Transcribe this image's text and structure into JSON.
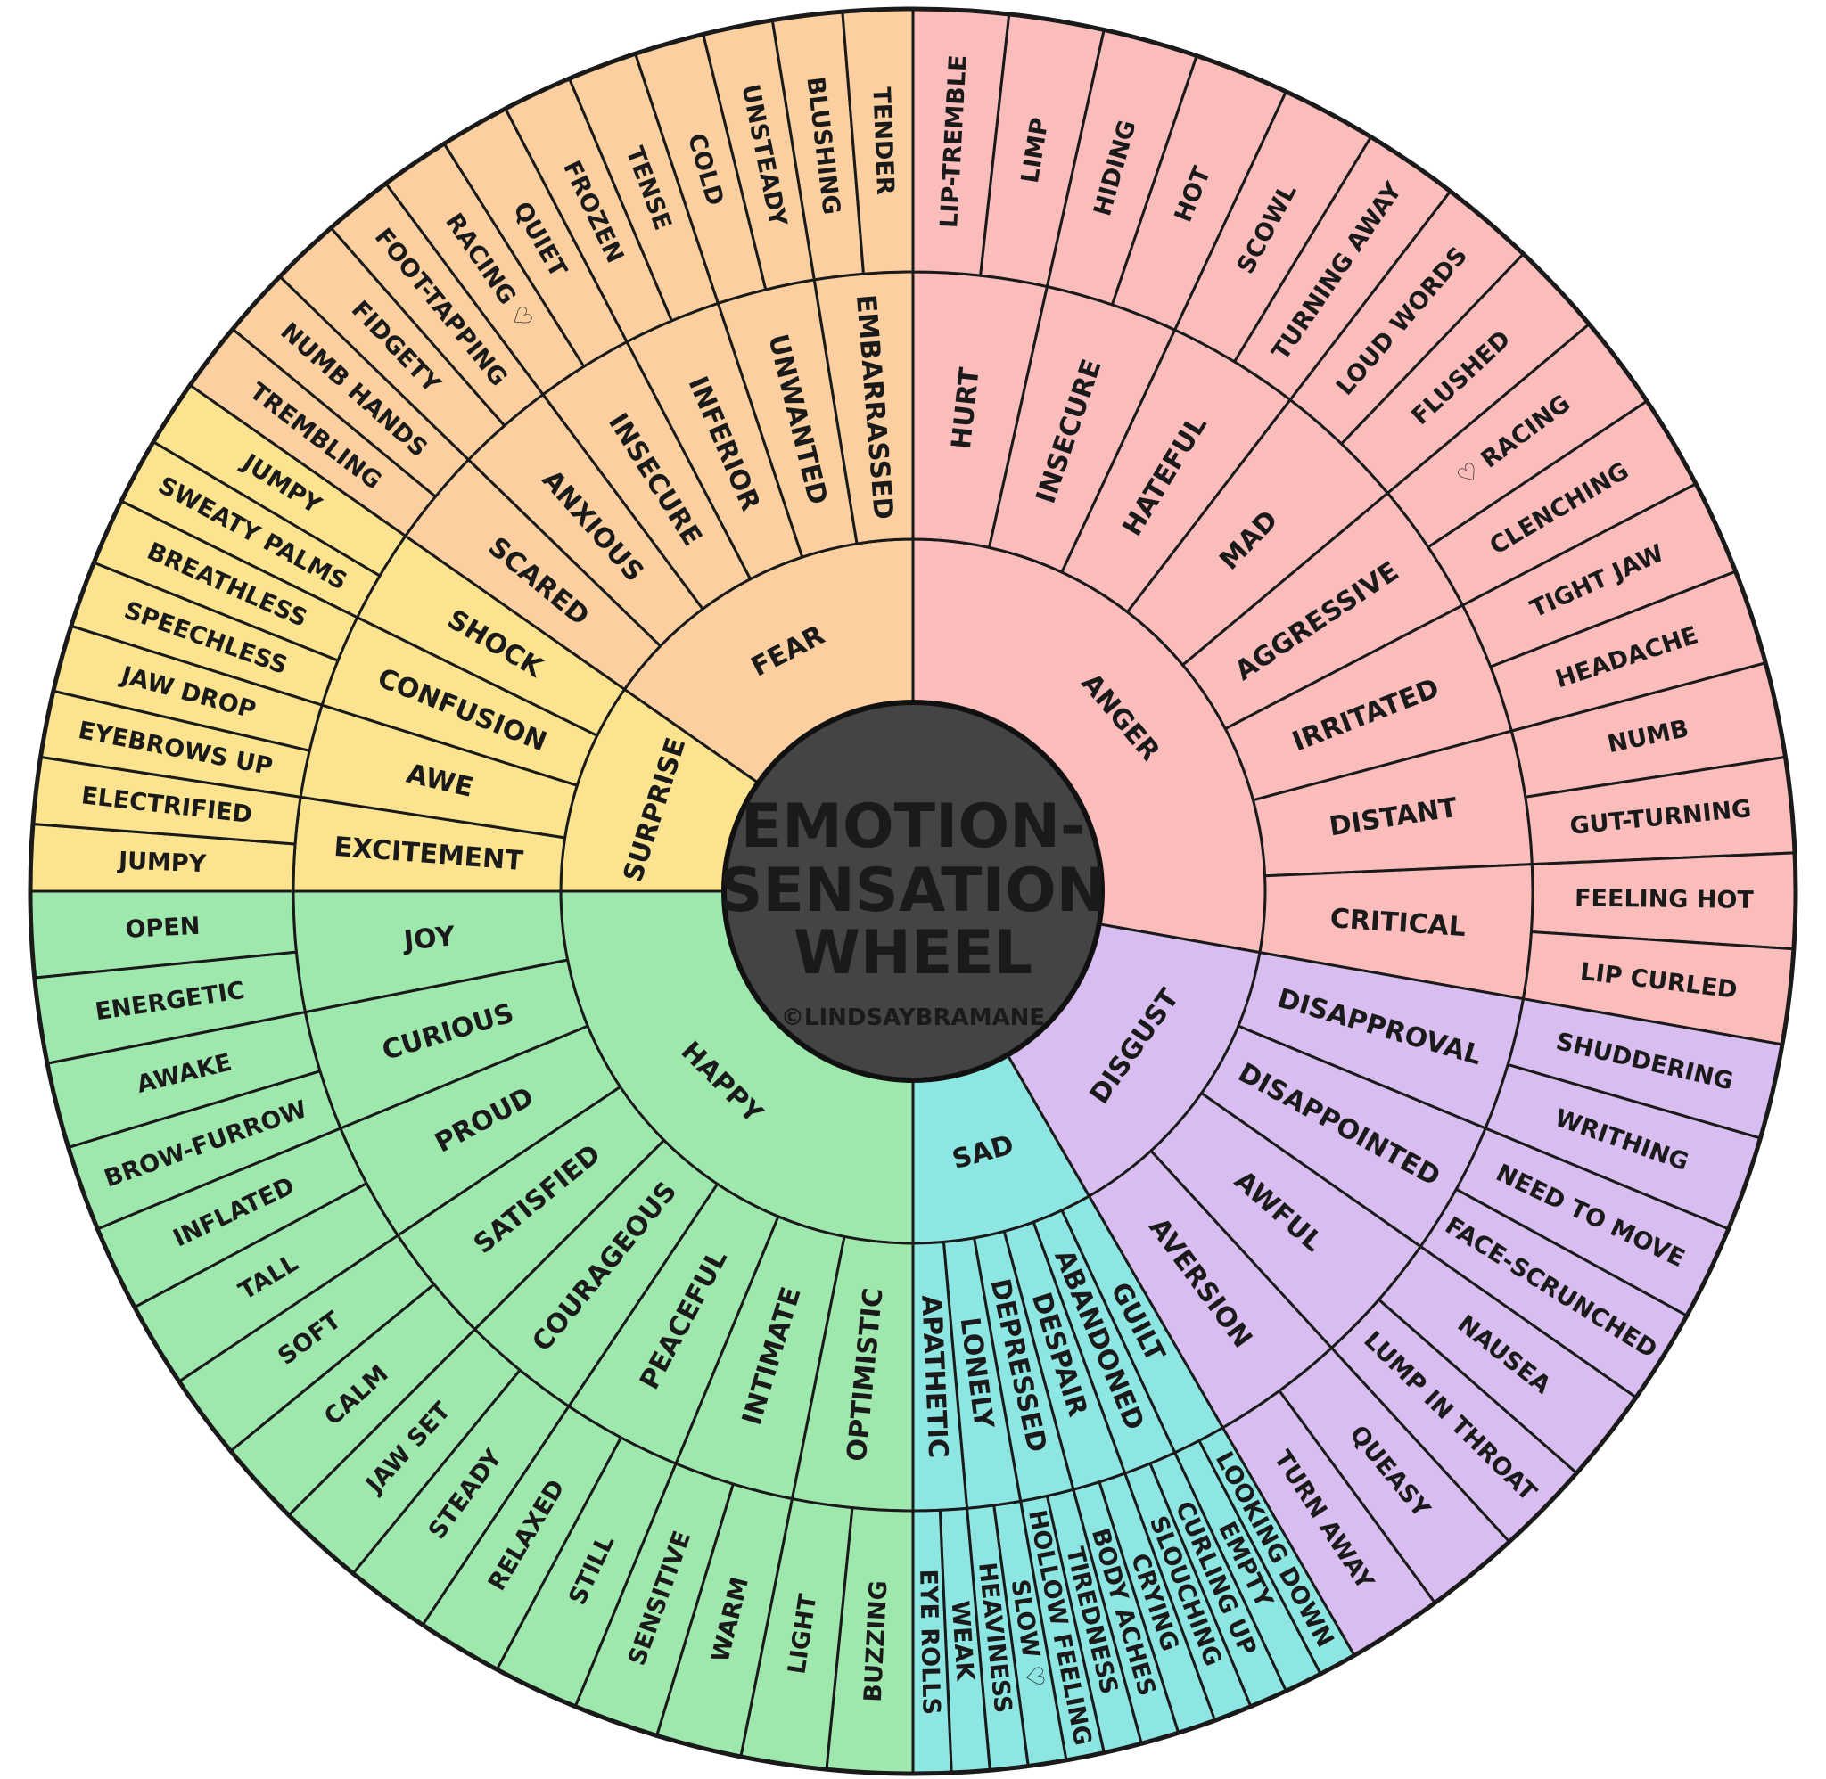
{
  "title": [
    "EMOTION-",
    "SENSATION",
    "WHEEL"
  ],
  "credit": "©LINDSAYBRAMANE",
  "groups": [
    {
      "name": "Fear",
      "color": "#fbcf9f",
      "emotions": [
        "Scared",
        "Anxious",
        "Insecure",
        "Inferior",
        "Unwanted",
        "Embarrassed"
      ],
      "sensations": [
        "Trembling",
        "Numb Hands",
        "Fidgety",
        "Foot-Tapping",
        "Racing ♡",
        "Quiet",
        "Frozen",
        "Tense",
        "Cold",
        "Unsteady",
        "Blushing",
        "Tender"
      ]
    },
    {
      "name": "Anger",
      "color": "#fbbcbc",
      "emotions": [
        "Hurt",
        "Insecure",
        "Hateful",
        "Mad",
        "Aggressive",
        "Irritated",
        "Distant",
        "Critical"
      ],
      "sensations": [
        "Lip-Tremble",
        "Limp",
        "Hiding",
        "Hot",
        "Scowl",
        "Turning Away",
        "Loud Words",
        "Flushed",
        "♡ Racing",
        "Clenching",
        "Tight Jaw",
        "Headache",
        "Numb",
        "Gut-Turning",
        "Feeling Hot",
        "Lip Curled"
      ]
    },
    {
      "name": "Disgust",
      "color": "#d8bdf0",
      "emotions": [
        "Disapproval",
        "Disappointed",
        "Awful",
        "Aversion"
      ],
      "sensations": [
        "Shuddering",
        "Writhing",
        "Need to move",
        "Face-Scrunched",
        "Nausea",
        "Lump in Throat",
        "Queasy",
        "Turn Away"
      ]
    },
    {
      "name": "Sad",
      "color": "#8ee6e3",
      "emotions": [
        "Guilt",
        "Abandoned",
        "Despair",
        "Depressed",
        "Lonely",
        "Apathetic"
      ],
      "sensations": [
        "Looking Down",
        "Empty",
        "Curling Up",
        "Slouching",
        "Crying",
        "Body Aches",
        "Tiredness",
        "Hollow Feeling",
        "Slow ♡",
        "Heaviness",
        "Weak",
        "Eye Rolls"
      ]
    },
    {
      "name": "Happy",
      "color": "#9ee8ae",
      "emotions": [
        "Optimistic",
        "Intimate",
        "Peaceful",
        "Courageous",
        "Satisfied",
        "Proud",
        "Curious",
        "Joy"
      ],
      "sensations": [
        "Buzzing",
        "Light",
        "Warm",
        "Sensitive",
        "Still",
        "Relaxed",
        "Steady",
        "Jaw Set",
        "Calm",
        "Soft",
        "Tall",
        "Inflated",
        "Brow-Furrow",
        "Awake",
        "Energetic",
        "Open"
      ]
    },
    {
      "name": "Surprise",
      "color": "#fbe38f",
      "emotions": [
        "Excitement",
        "Awe",
        "Confusion",
        "Shock"
      ],
      "sensations": [
        "Jumpy",
        "Electrified",
        "Eyebrows Up",
        "Jaw Drop",
        "Speechless",
        "Breathless",
        "Sweaty Palms",
        "Jumpy"
      ]
    }
  ]
}
